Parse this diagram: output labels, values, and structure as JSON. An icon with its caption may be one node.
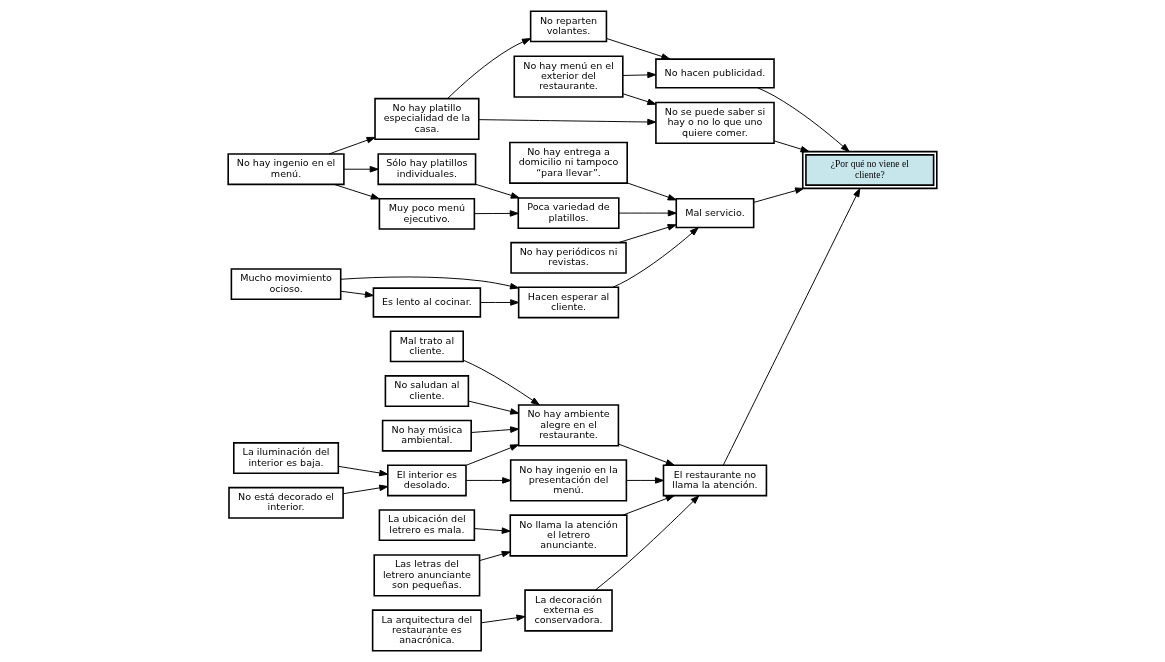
{
  "diagram": {
    "nodes": [
      {
        "text": [
          "Sólo hay platillos individuales."
        ]
      },
      {
        "text": [
          "Poca variedad de platillos."
        ]
      },
      {
        "text": [
          "No hay entrega a domicilio ni tampoco “para llevar”."
        ]
      },
      {
        "text": [
          "Muy poco menú ejecutivo."
        ]
      },
      {
        "text": [
          "Mucho movimiento ocioso."
        ]
      },
      {
        "text": [
          "Hacen esperar al cliente."
        ]
      },
      {
        "text": [
          "No hay ingenio en el menú."
        ]
      },
      {
        "text": [
          "No se puede saber si hay o no lo que uno quiere comer."
        ]
      },
      {
        "text": [
          "Mal servicio."
        ]
      },
      {
        "text": [
          "Es lento al cocinar."
        ]
      },
      {
        "text": [
          "No hay periódicos ni revistas."
        ]
      },
      {
        "text": [
          "No hay menú en el exterior del restaurante."
        ]
      },
      {
        "text": [
          "¿Por qué no viene el cliente?"
        ]
      },
      {
        "text": [
          "No hay platillo especialidad de la casa."
        ]
      },
      {
        "text": [
          "Mal trato al cliente."
        ]
      },
      {
        "text": [
          "No hacen publicidad."
        ]
      },
      {
        "text": [
          "No hay ambiente alegre en el restaurante."
        ]
      },
      {
        "text": [
          "No saludan al cliente."
        ]
      },
      {
        "text": [
          "No reparten volantes."
        ]
      },
      {
        "text": [
          "El restaurante no llama la atención."
        ]
      },
      {
        "text": [
          "No hay música ambiental."
        ]
      },
      {
        "text": [
          "No llama la atención el letrero anunciante."
        ]
      },
      {
        "text": [
          "La decoración externa es conservadora."
        ]
      },
      {
        "text": [
          "El interior es desolado."
        ]
      },
      {
        "text": [
          "La iluminación del interior es baja."
        ]
      },
      {
        "text": [
          "La ubicación del letrero es mala."
        ]
      },
      {
        "text": [
          "Las letras del letrero anunciante son pequeñas."
        ]
      },
      {
        "text": [
          "La arquitectura del restaurante es anacrónica."
        ]
      },
      {
        "text": [
          "No hay ingenio en la presentación del menú."
        ]
      },
      {
        "text": [
          "No está decorado el interior."
        ]
      }
    ],
    "edges": [
      {
        "from": 6,
        "to": 0,
        "arrow": "to"
      },
      {
        "from": 6,
        "to": 3,
        "arrow": "to"
      },
      {
        "from": 6,
        "to": 13,
        "arrow": "to"
      },
      {
        "from": 0,
        "to": 1,
        "arrow": "to"
      },
      {
        "from": 3,
        "to": 1,
        "arrow": "to"
      },
      {
        "from": 1,
        "to": 8,
        "arrow": "to"
      },
      {
        "from": 2,
        "to": 8,
        "arrow": "to"
      },
      {
        "from": 5,
        "to": 8,
        "arrow": "to"
      },
      {
        "from": 4,
        "to": 5,
        "arrow": "to"
      },
      {
        "from": 4,
        "to": 9,
        "arrow": "to"
      },
      {
        "from": 9,
        "to": 5,
        "arrow": "to"
      },
      {
        "from": 10,
        "to": 8,
        "arrow": "to"
      },
      {
        "from": 8,
        "to": 12,
        "arrow": "to"
      },
      {
        "from": 7,
        "to": 12,
        "arrow": "to"
      },
      {
        "from": 13,
        "to": 7,
        "arrow": "to"
      },
      {
        "from": 11,
        "to": 7,
        "arrow": "to"
      },
      {
        "from": 11,
        "to": 15,
        "arrow": "to"
      },
      {
        "from": 13,
        "to": 18,
        "arrow": "to"
      },
      {
        "from": 18,
        "to": 15,
        "arrow": "to"
      },
      {
        "from": 15,
        "to": 12,
        "arrow": "to"
      },
      {
        "from": 19,
        "to": 12,
        "arrow": "to"
      },
      {
        "from": 14,
        "to": 16,
        "arrow": "to"
      },
      {
        "from": 16,
        "to": 19,
        "arrow": "to"
      },
      {
        "from": 17,
        "to": 16,
        "arrow": "to"
      },
      {
        "from": 20,
        "to": 16,
        "arrow": "to"
      },
      {
        "from": 23,
        "to": 16,
        "arrow": "to"
      },
      {
        "from": 24,
        "to": 23,
        "arrow": "to"
      },
      {
        "from": 29,
        "to": 23,
        "arrow": "to"
      },
      {
        "from": 23,
        "to": 28,
        "arrow": "to"
      },
      {
        "from": 28,
        "to": 19,
        "arrow": "to"
      },
      {
        "from": 21,
        "to": 19,
        "arrow": "to"
      },
      {
        "from": 22,
        "to": 19,
        "arrow": "to"
      },
      {
        "from": 25,
        "to": 21,
        "arrow": "to"
      },
      {
        "from": 26,
        "to": 21,
        "arrow": "to"
      },
      {
        "from": 27,
        "to": 22,
        "arrow": "to"
      }
    ]
  }
}
